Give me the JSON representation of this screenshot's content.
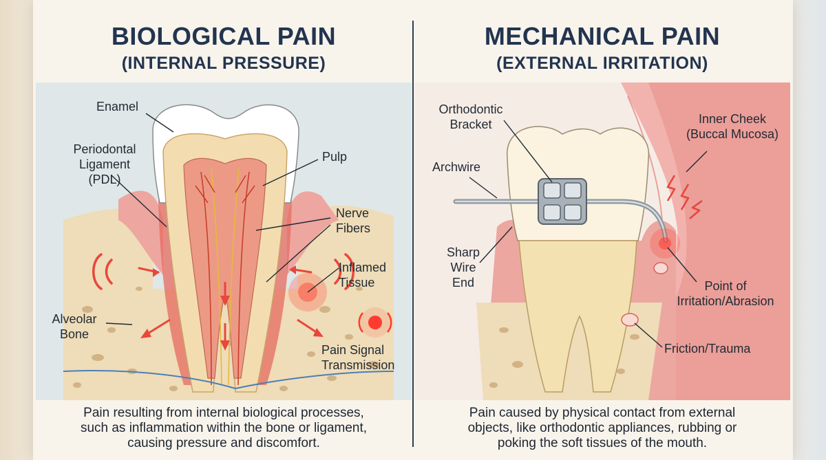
{
  "colors": {
    "title": "#22344f",
    "divider": "#2c3e55",
    "left_background": "#dfe7e8",
    "right_background": "#f6ece6",
    "pain_red": "#e8473a",
    "enamel": "#ffffff",
    "dentin": "#f3ddb0",
    "pulp": "#ec9a86",
    "gum": "#eda6a0",
    "bone": "#efdcb8"
  },
  "icons": [
    "pain-signal-icon",
    "pressure-arrow-icon",
    "lightning-bolt-icon"
  ],
  "left": {
    "title": "BIOLOGICAL PAIN",
    "subtitle": "(INTERNAL PRESSURE)",
    "labels": {
      "enamel": "Enamel",
      "pdl": "Periodontal\nLigament\n(PDL)",
      "pulp": "Pulp",
      "nerve": "Nerve\nFibers",
      "inflamed": "Inflamed\nTissue",
      "alveolar": "Alveolar\nBone",
      "signal": "Pain Signal\nTransmission"
    },
    "caption": "Pain resulting from internal biological processes,\nsuch as inflammation within the bone or ligament,\ncausing pressure and discomfort."
  },
  "right": {
    "title": "MECHANICAL PAIN",
    "subtitle": "(EXTERNAL IRRITATION)",
    "labels": {
      "bracket": "Orthodontic\nBracket",
      "archwire": "Archwire",
      "sharp": "Sharp\nWire\nEnd",
      "cheek": "Inner Cheek\n(Buccal Mucosa)",
      "point": "Point of\nIrritation/Abrasion",
      "friction": "Friction/Trauma"
    },
    "caption": "Pain caused by physical contact from external\nobjects, like orthodontic appliances, rubbing or\npoking the soft tissues of the mouth."
  }
}
